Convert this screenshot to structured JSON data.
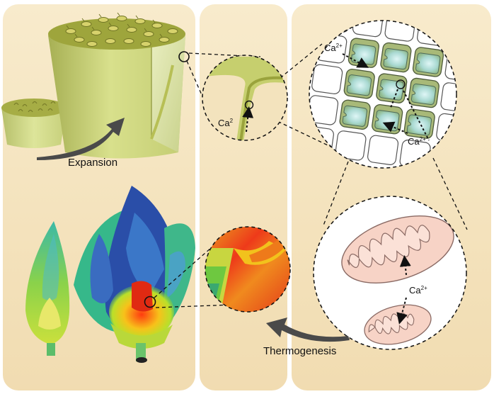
{
  "labels": {
    "expansion": "Expansion",
    "thermogenesis": "Thermogenesis",
    "ca_zoom": "Ca",
    "ca_zoom_sup": "2",
    "ca_cells_top": "Ca",
    "ca_cells_top_sup": "2+",
    "ca_cells_bottom": "Ca",
    "ca_cells_bottom_sup": "2+",
    "ca_mito": "Ca",
    "ca_mito_sup": "2+"
  },
  "colors": {
    "panel_bg": "#f6e6c4",
    "receptacle": "#cdd77a",
    "receptacle_top": "#9ea53c",
    "cell_fill": "#9fc9a8",
    "mito_fill": "#f7cfc4",
    "mito_stroke": "#9a6a62",
    "heat_hot": "#e23a1c",
    "heat_cold": "#2c4fb0",
    "arrow": "#4a4a4a"
  }
}
